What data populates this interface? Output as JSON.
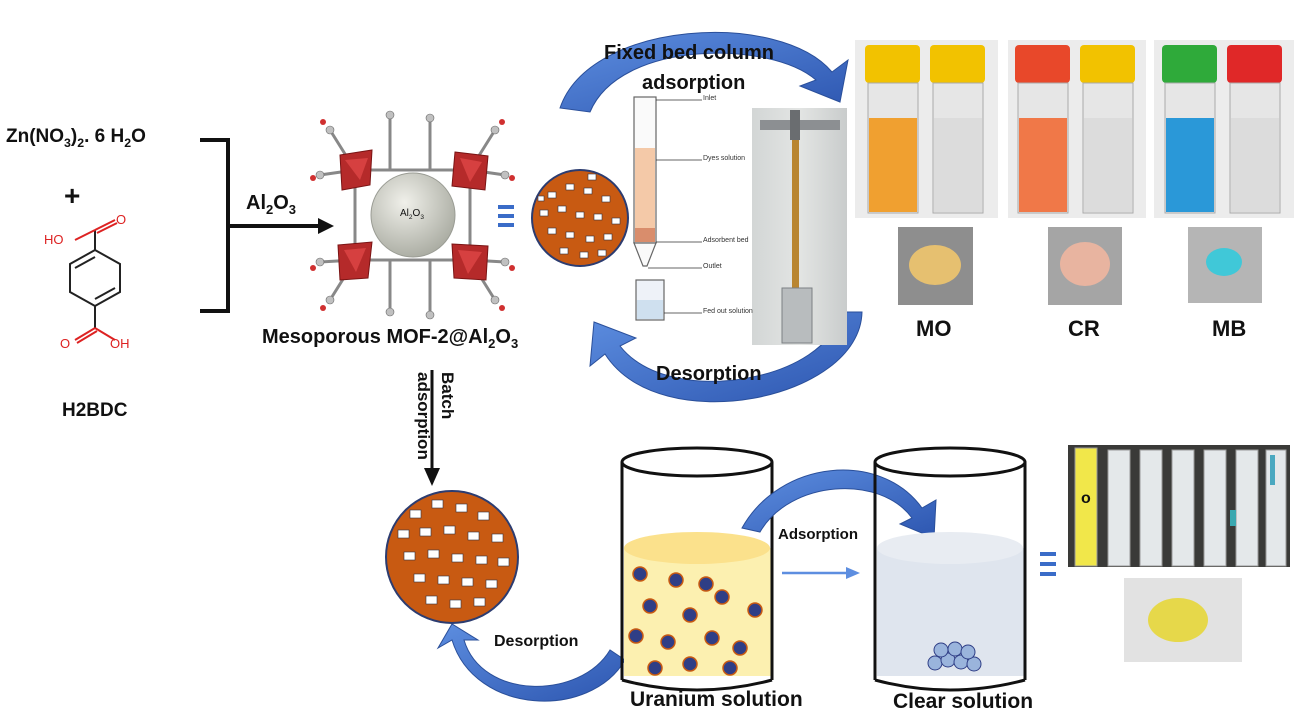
{
  "reagents": {
    "zinc_main": "Zn(NO",
    "zinc_sub1": "3",
    "zinc_mid": ")",
    "zinc_sub2": "2",
    "zinc_tail": ". 6 H",
    "zinc_sub3": "2",
    "zinc_end": "O",
    "plus": "+",
    "linker_name": "H2BDC",
    "atom_O": "O",
    "atom_HO": "HO",
    "atom_OH": "OH",
    "alumina_main": "Al",
    "alumina_sub1": "2",
    "alumina_mid": "O",
    "alumina_sub2": "3"
  },
  "mof": {
    "core_label_main": "Al",
    "core_sub1": "2",
    "core_mid": "O",
    "core_sub2": "3",
    "name_main": "Mesoporous MOF-2@Al",
    "name_sub1": "2",
    "name_mid": "O",
    "name_sub2": "3",
    "equals": "≡"
  },
  "fixed_bed": {
    "title_line1": "Fixed bed column",
    "title_line2": "adsorption",
    "desorption": "Desorption",
    "column_labels": [
      "Inlet",
      "Dyes solution",
      "Adsorbent bed",
      "Outlet",
      "Fed out solution"
    ]
  },
  "dyes": [
    {
      "code": "MO",
      "liquid": "#f0a030",
      "cap_left": "#f2c200",
      "cap_right": "#f2c200",
      "powder": "#e6c070"
    },
    {
      "code": "CR",
      "liquid": "#f07848",
      "cap_left": "#e8482a",
      "cap_right": "#f2c200",
      "powder": "#e8b4a0"
    },
    {
      "code": "MB",
      "liquid": "#2a98d8",
      "cap_left": "#2faa3a",
      "cap_right": "#e02828",
      "powder": "#40c8d8"
    }
  ],
  "batch": {
    "label_line1": "Batch",
    "label_line2": "adsorption",
    "adsorption": "Adsorption",
    "desorption": "Desorption",
    "uranium_solution": "Uranium solution",
    "clear_solution": "Clear solution",
    "equals": "≡",
    "tube_mark": "o"
  },
  "colors": {
    "arrow_blue": "#3a6cc8",
    "particle_orange": "#c85a12",
    "uranium_yellow": "#fcf0b0",
    "clear_blue": "#dfe5ee"
  }
}
